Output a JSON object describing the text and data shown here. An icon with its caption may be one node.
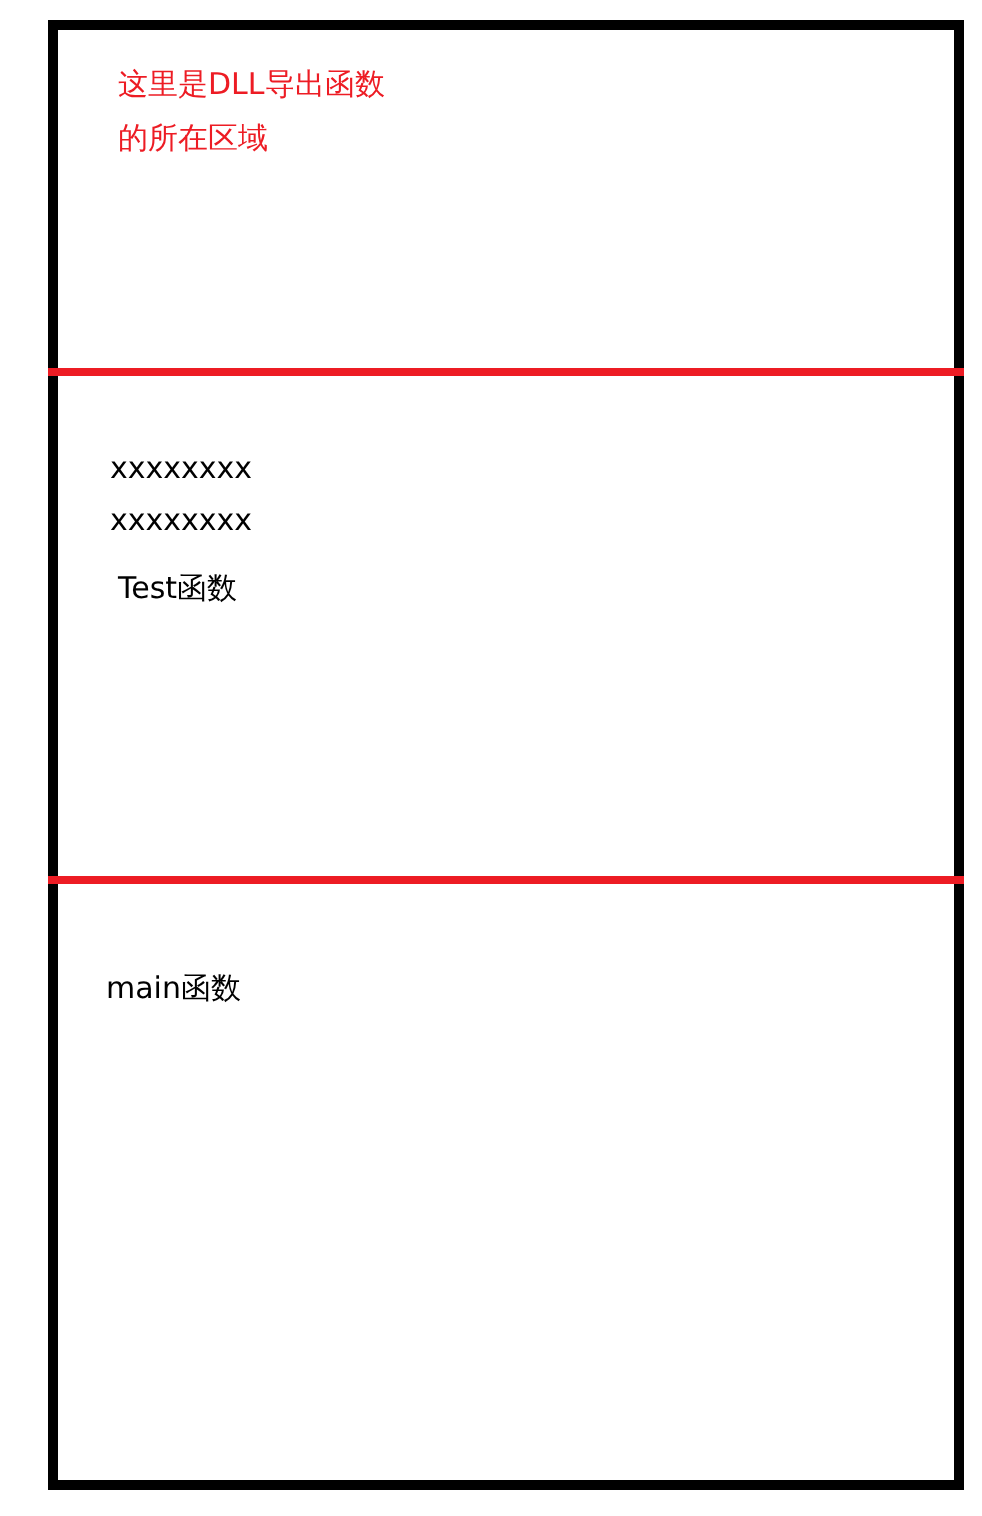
{
  "diagram": {
    "nodes": [
      {
        "text": [],
        "shape": "box"
      },
      {
        "text": [
          "这里是DLL导出函数的所在区域"
        ],
        "in": 0
      },
      {
        "text": [
          "xxxxxxxx",
          "xxxxxxxx",
          "Test函数"
        ],
        "in": 0
      },
      {
        "text": [
          "main函数"
        ],
        "in": 0
      }
    ]
  }
}
